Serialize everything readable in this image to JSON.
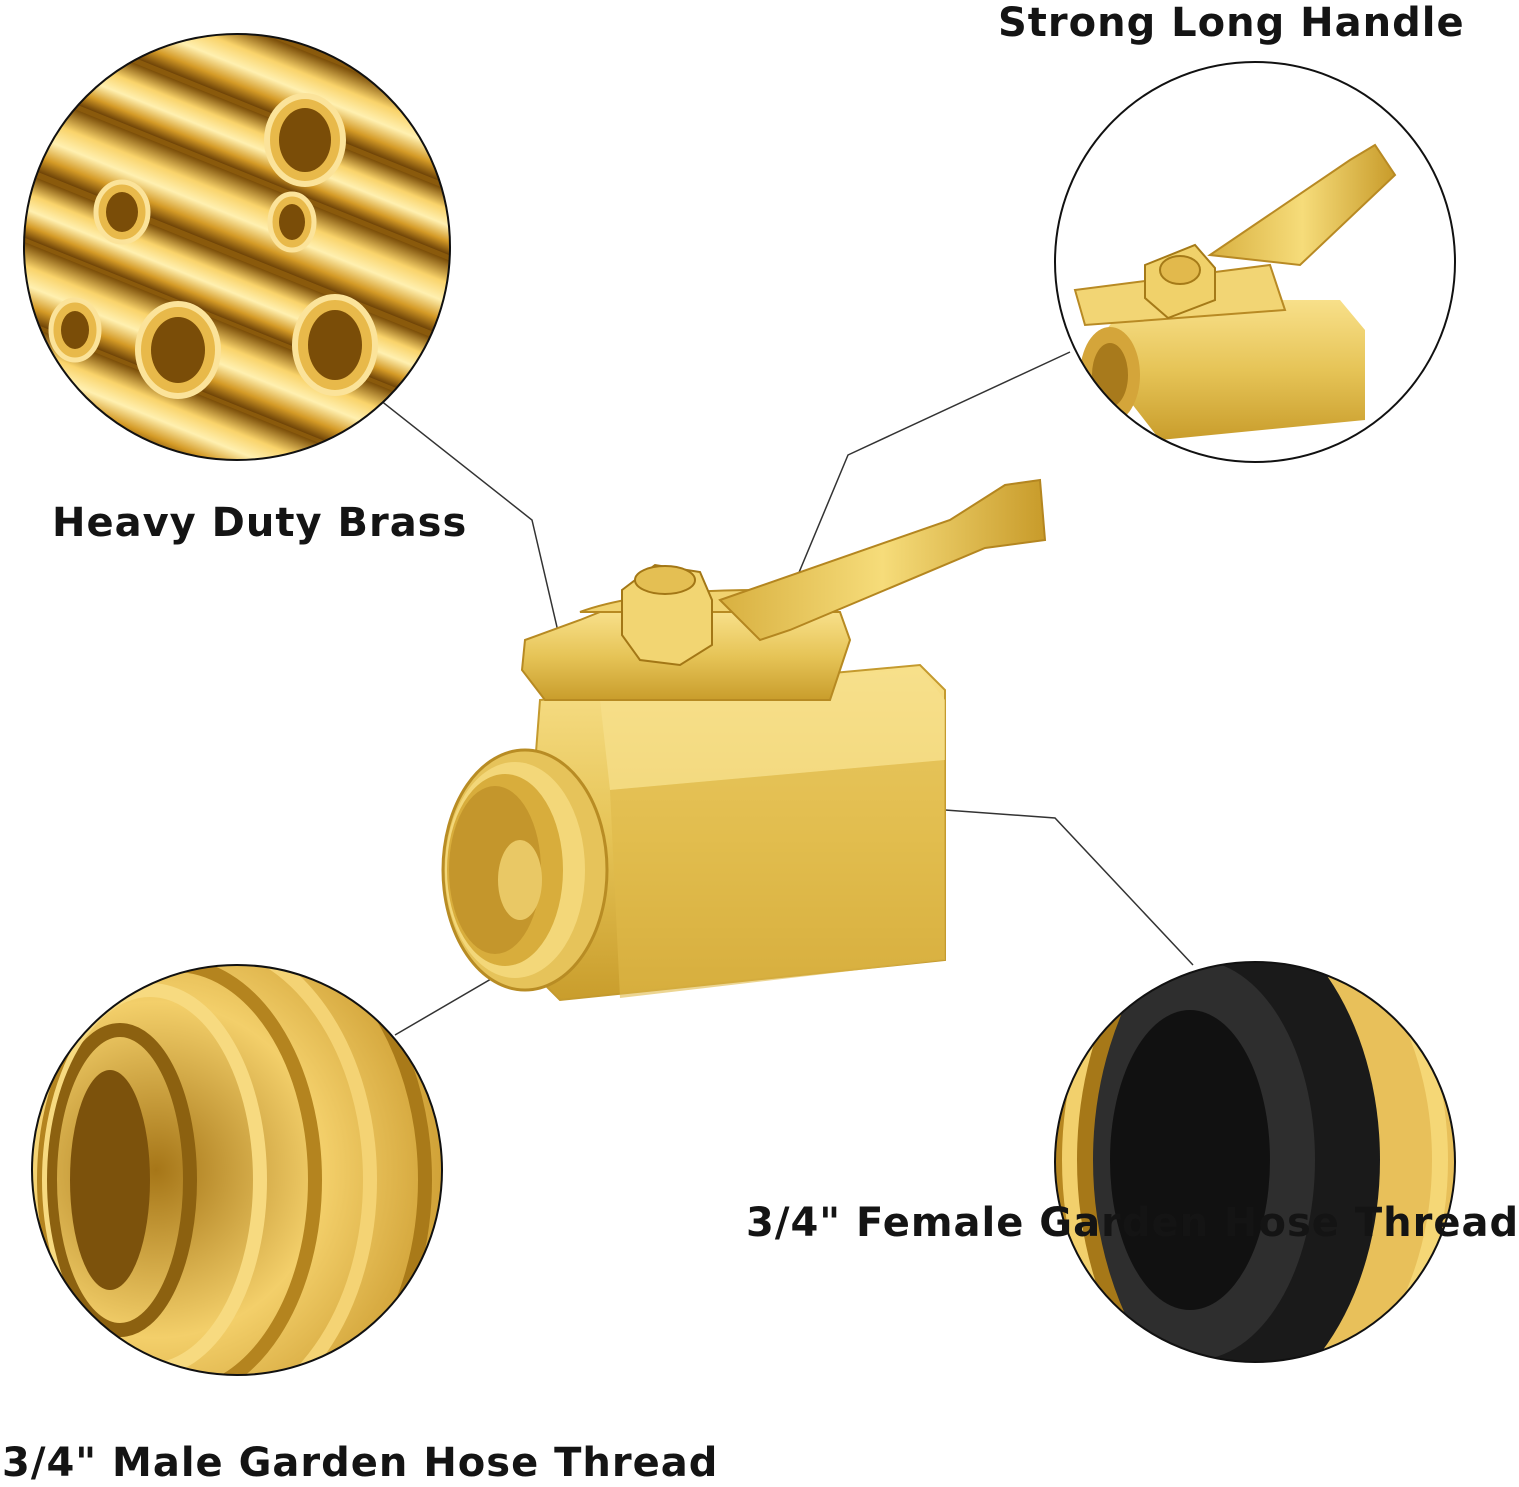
{
  "labels": {
    "heavy_duty": "Heavy Duty Brass",
    "long_handle": "Strong Long Handle",
    "female_thread": "3/4\" Female Garden Hose Thread",
    "male_thread": "3/4\" Male Garden Hose Thread"
  },
  "colors": {
    "brass_light": "#f6dc7a",
    "brass_mid": "#e2bd45",
    "brass_dark": "#a87f1c",
    "gasket": "#1a1a1a",
    "text": "#141414"
  }
}
